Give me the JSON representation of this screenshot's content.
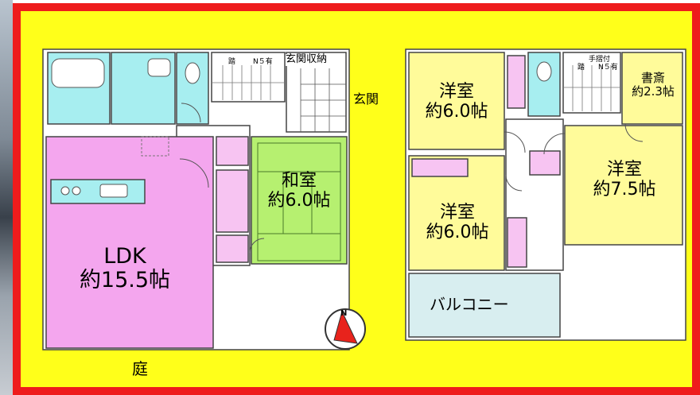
{
  "floor1": {
    "entrance": "玄関",
    "entrance_storage": "玄関収納",
    "washitsu": {
      "name": "和室",
      "size": "約6.0帖"
    },
    "ldk": {
      "name": "LDK",
      "size": "約15.5帖"
    },
    "stair_note_left": "踏",
    "stair_note_right": "N５有"
  },
  "floor2": {
    "bedroom_nw": {
      "name": "洋室",
      "size": "約6.0帖"
    },
    "bedroom_sw": {
      "name": "洋室",
      "size": "約6.0帖"
    },
    "bedroom_e": {
      "name": "洋室",
      "size": "約7.5帖"
    },
    "study": {
      "name": "書斎",
      "size": "約2.3帖"
    },
    "balcony": "バルコニー",
    "stair_note_left": "踏",
    "stair_note_right": "N５有",
    "handrail": "手摺付"
  },
  "yard": "庭",
  "colors": {
    "background": "#ffff1a",
    "frame": "#ee1c1c",
    "ldk_fill": "#f4a6ee",
    "washitsu_fill": "#b6f070",
    "bedroom_fill": "#fffb9a",
    "wet_area_fill": "#a7eef0",
    "closet_fill": "#f7c4f2",
    "compass_arrow": "#e8231c"
  },
  "compass": {
    "label": "N",
    "icon": "north-arrow-icon"
  }
}
